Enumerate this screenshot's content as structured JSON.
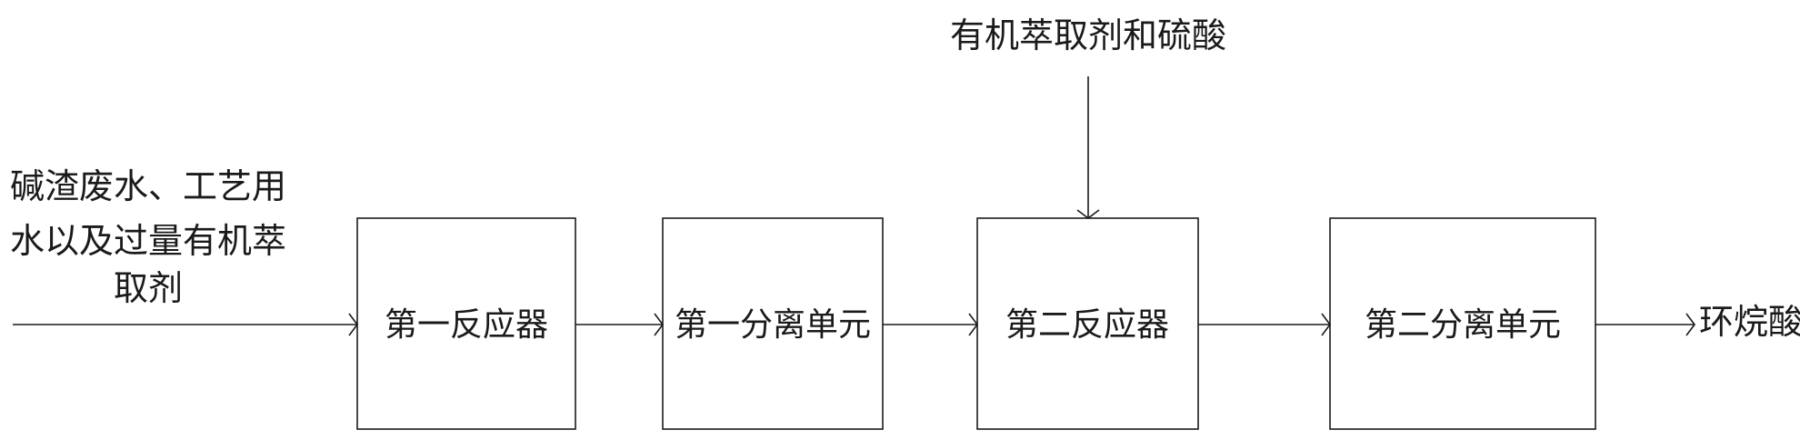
{
  "inputs": {
    "feed_line_1": "碱渣废水、工艺用",
    "feed_line_2": "水以及过量有机萃",
    "feed_line_3": "取剂",
    "reagent": "有机萃取剂和硫酸"
  },
  "units": {
    "reactor_1": "第一反应器",
    "separation_1": "第一分离单元",
    "reactor_2": "第二反应器",
    "separation_2": "第二分离单元"
  },
  "output": {
    "product": "环烷酸"
  }
}
